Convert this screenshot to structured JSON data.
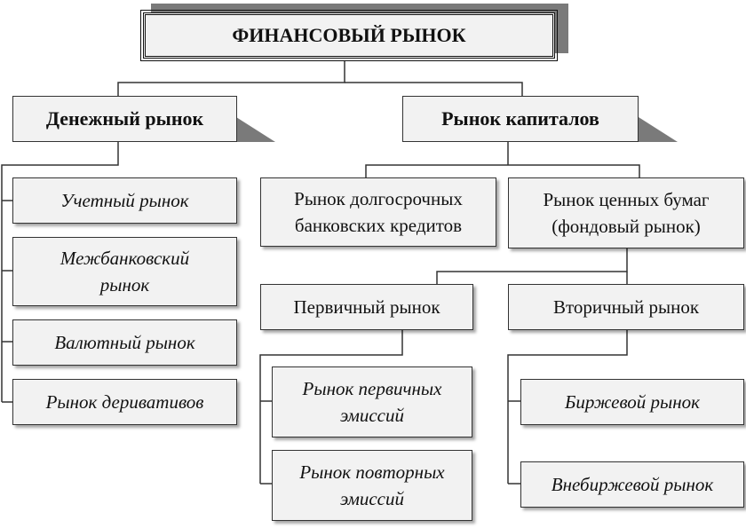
{
  "diagram": {
    "root": "ФИНАНСОВЫЙ РЫНОК",
    "money_market": {
      "title": "Денежный рынок",
      "items": [
        "Учетный рынок",
        "Межбанковский\nрынок",
        "Валютный рынок",
        "Рынок деривативов"
      ]
    },
    "capital_market": {
      "title": "Рынок капиталов",
      "long_term_credit": "Рынок долгосрочных\nбанковских кредитов",
      "securities": "Рынок ценных бумаг\n(фондовый рынок)",
      "primary": {
        "title": "Первичный рынок",
        "items": [
          "Рынок первичных\nэмиссий",
          "Рынок повторных\nэмиссий"
        ]
      },
      "secondary": {
        "title": "Вторичный рынок",
        "items": [
          "Биржевой рынок",
          "Внебиржевой рынок"
        ]
      }
    }
  },
  "colors": {
    "box_fill": "#f2f2f2",
    "shadow": "#7a7a7a",
    "line": "#333333"
  }
}
